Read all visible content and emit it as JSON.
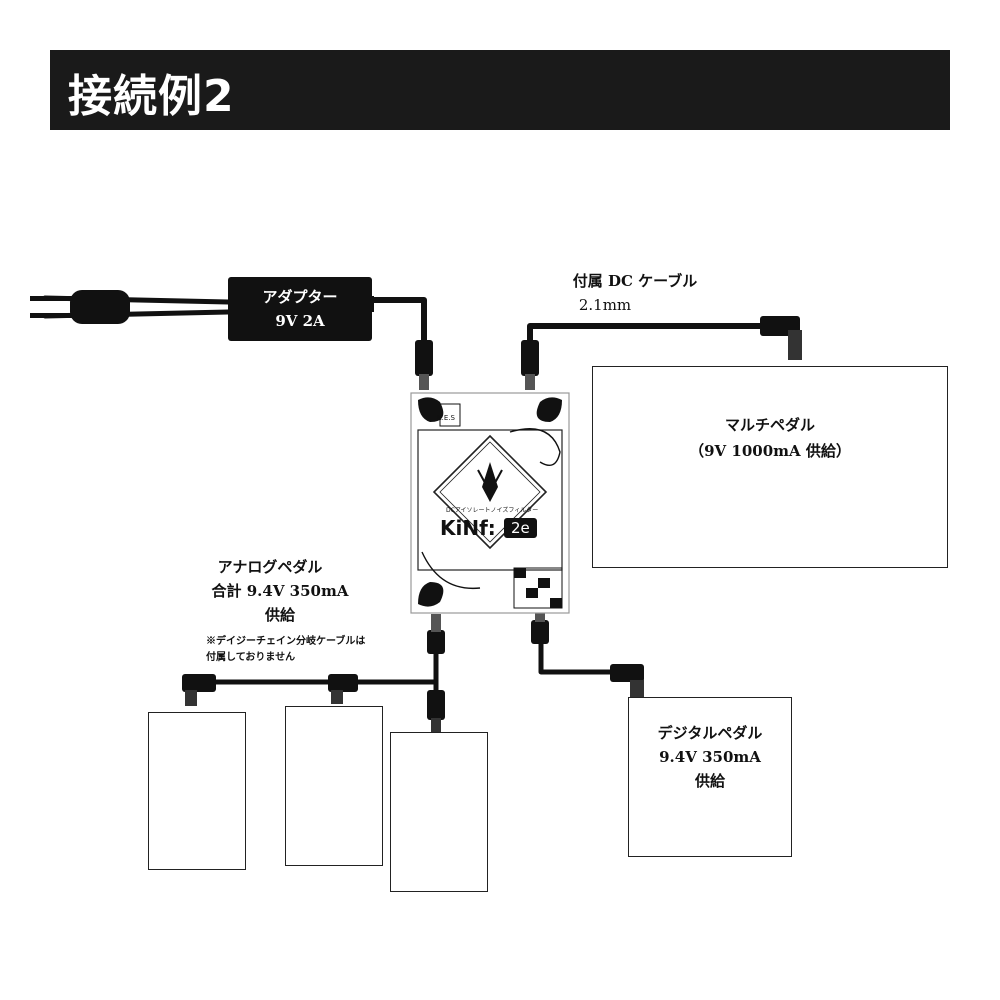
{
  "header": {
    "title": "接続例2"
  },
  "adapter": {
    "line1": "アダプター",
    "line2": "9V 2A"
  },
  "dc_cable": {
    "line1": "付属 DC ケーブル",
    "line2": "2.1mm"
  },
  "multi_pedal": {
    "line1": "マルチペダル",
    "line2": "（9V 1000mA 供給）"
  },
  "analog": {
    "line1": "アナログペダル",
    "line2": "合計 9.4V 350mA",
    "line3": "供給",
    "note1": "※デイジーチェイン分岐ケーブルは",
    "note2": "付属しておりません"
  },
  "digital": {
    "line1": "デジタルペダル",
    "line2": "9.4V 350mA",
    "line3": "供給"
  },
  "device": {
    "brand": "K.E.S",
    "subtitle": "DCアイソレートノイズフィルター",
    "name": "KiNf:",
    "model": "2e"
  }
}
